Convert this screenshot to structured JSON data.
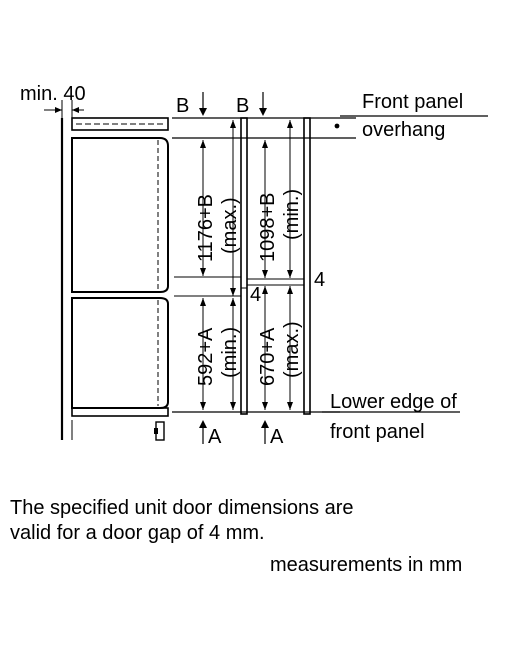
{
  "diagram": {
    "labels": {
      "min_gap": "min. 40",
      "b_left": "B",
      "b_right": "B",
      "front_panel_line1": "Front panel",
      "front_panel_line2": "overhang",
      "dim_upper_left": "1176+B",
      "dim_upper_left_sub": "(max.)",
      "dim_upper_right": "1098+B",
      "dim_upper_right_sub": "(min.)",
      "gap_left": "4",
      "gap_right": "4",
      "dim_lower_left": "592+A",
      "dim_lower_left_sub": "(min.)",
      "dim_lower_right": "670+A",
      "dim_lower_right_sub": "(max.)",
      "lower_edge_line1": "Lower edge of",
      "lower_edge_line2": "front panel",
      "a_left": "A",
      "a_right": "A"
    }
  },
  "caption": {
    "line1": "The specified unit door dimensions are",
    "line2": "valid for a door gap of 4 mm."
  },
  "units": "measurements in mm"
}
